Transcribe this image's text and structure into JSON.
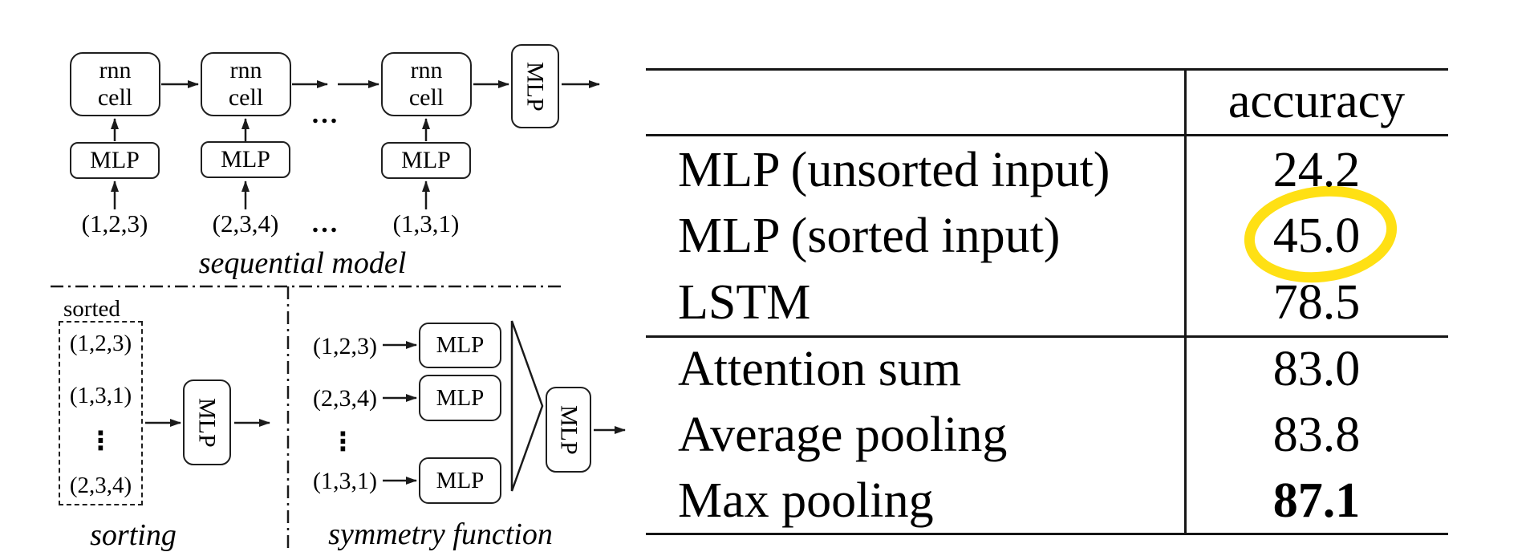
{
  "diagram": {
    "sequential": {
      "rnn_line1": "rnn",
      "rnn_line2": "cell",
      "mlp_label": "MLP",
      "inputs": [
        "(1,2,3)",
        "(2,3,4)",
        "(1,3,1)"
      ],
      "hdots": "...",
      "caption": "sequential model"
    },
    "sorting": {
      "sorted_label": "sorted",
      "items": [
        "(1,2,3)",
        "(1,3,1)",
        "(2,3,4)"
      ],
      "vdots": "⋮",
      "mlp_label": "MLP",
      "caption": "sorting"
    },
    "symmetry": {
      "inputs": [
        "(1,2,3)",
        "(2,3,4)",
        "(1,3,1)"
      ],
      "vdots": "⋮",
      "mlp_label": "MLP",
      "caption": "symmetry function"
    }
  },
  "table": {
    "header": "accuracy",
    "groups": [
      {
        "rows": [
          {
            "label": "MLP (unsorted input)",
            "value": "24.2"
          },
          {
            "label": "MLP (sorted input)",
            "value": "45.0"
          },
          {
            "label": "LSTM",
            "value": "78.5"
          }
        ]
      },
      {
        "rows": [
          {
            "label": "Attention sum",
            "value": "83.0"
          },
          {
            "label": "Average pooling",
            "value": "83.8"
          },
          {
            "label": "Max pooling",
            "value": "87.1"
          }
        ]
      }
    ],
    "highlight_color": "#FFDD00",
    "line_color": "#161616"
  }
}
